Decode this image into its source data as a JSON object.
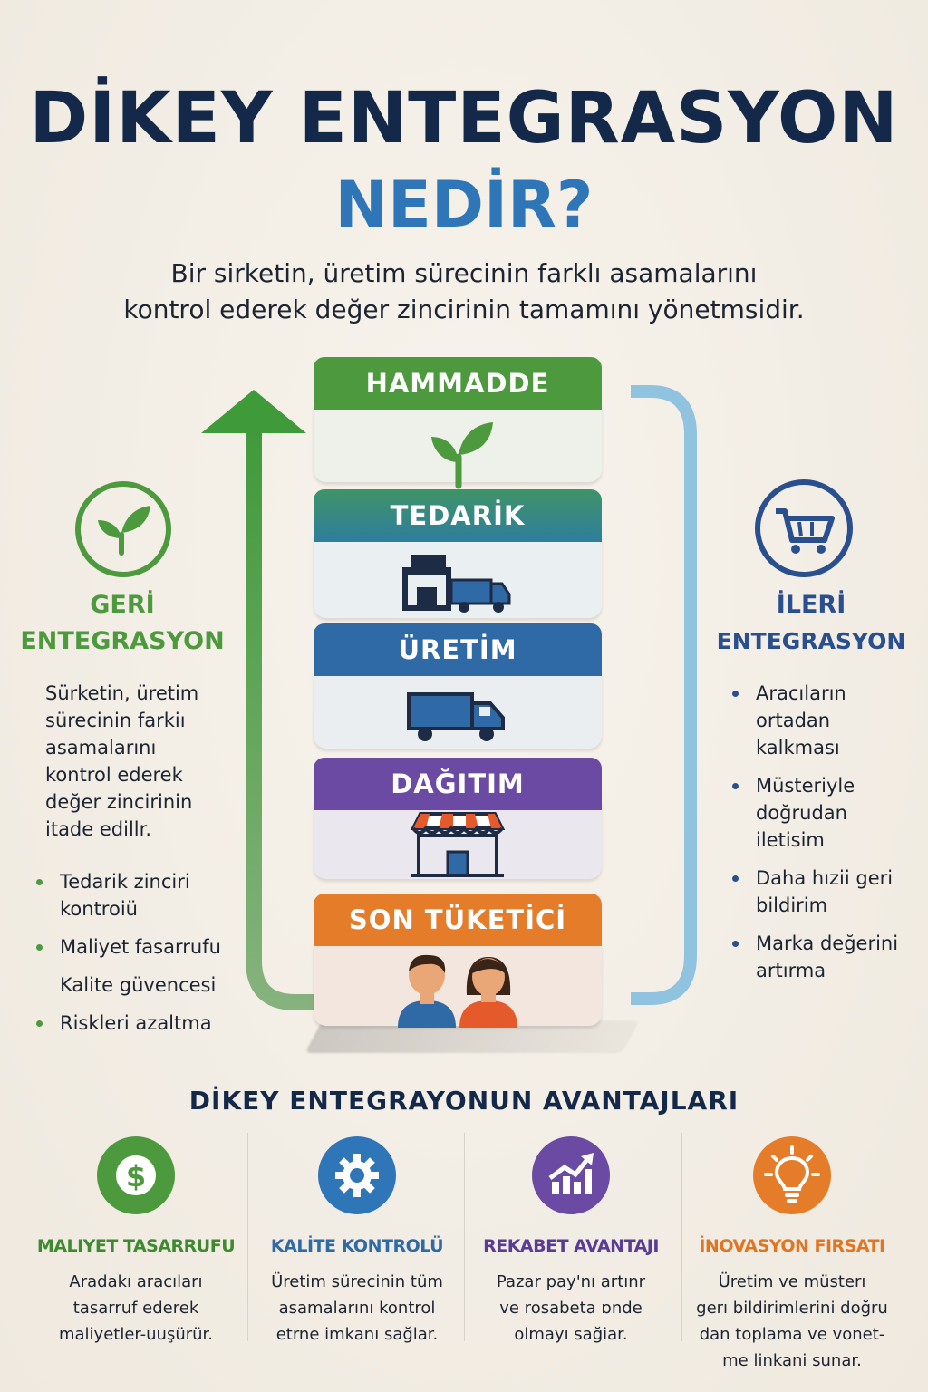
{
  "header": {
    "title_line1": "DİKEY ENTEGRASYON",
    "title_line2": "NEDİR?",
    "subtitle_line1": "Bir sirketin, üretim sürecinin farklı asamalarını",
    "subtitle_line2": "kontrol ederek değer zincirinin tamamını yönetmsidir."
  },
  "stages": [
    {
      "label": "HAMMADDE",
      "icon": "leaf-icon",
      "color": "#4d9a3e"
    },
    {
      "label": "TEDARİK",
      "icon": "factory-truck-icon",
      "color": "#2e7d9e"
    },
    {
      "label": "ÜRETİM",
      "icon": "truck-icon",
      "color": "#2f6aa6"
    },
    {
      "label": "DAĞITIM",
      "icon": "store-icon",
      "color": "#6a4aa3"
    },
    {
      "label": "SON TÜKETİCİ",
      "icon": "people-icon",
      "color": "#e57c2a"
    }
  ],
  "backward": {
    "icon": "leaf-icon",
    "heading_line1": "GERİ",
    "heading_line2": "ENTEGRASYON",
    "color": "#4d9a3e",
    "description": [
      "Sürketin, üretim",
      "sürecinin farkiı",
      "asamalarını",
      "kontrol ederek",
      "değer zincirinin",
      "itade edillr."
    ],
    "bullets": [
      {
        "text": "Tedarik zinciri kontroiü",
        "dot": true
      },
      {
        "text": "Maliyet fasarrufu",
        "dot": true
      },
      {
        "text": "Kalite güvencesi",
        "dot": false
      },
      {
        "text": "Riskleri azaltma",
        "dot": true
      }
    ]
  },
  "forward": {
    "icon": "cart-icon",
    "heading_line1": "İLERİ",
    "heading_line2": "ENTEGRASYON",
    "color": "#2a4f8f",
    "bullets": [
      {
        "text": "Aracıların ortadan kalkması"
      },
      {
        "text": "Müsteriyle doğrudan iletisim"
      },
      {
        "text": "Daha hızii geri bildirim"
      },
      {
        "text": "Marka değerini artırma"
      }
    ]
  },
  "advantages": {
    "title": "DİKEY ENTEGRAYONUN AVANTAJLARI",
    "items": [
      {
        "icon": "dollar-icon",
        "color": "#4d9a3e",
        "heading": "MALIYET TASARRUFU",
        "heading_color": "#3f8a30",
        "text": [
          "Aradakı aracıları",
          "tasarruf ederek",
          "maliyetler-uuşürür."
        ]
      },
      {
        "icon": "gear-icon",
        "color": "#2f76b8",
        "heading": "KALİTE KONTROLÜ",
        "heading_color": "#2f6aa6",
        "text": [
          "Üretim sürecinin tüm",
          "asamalarını kontrol",
          "etrne imkanı sağlar."
        ]
      },
      {
        "icon": "growth-chart-icon",
        "color": "#6a4aa3",
        "heading": "REKABET AVANTAJI",
        "heading_color": "#5a3c95",
        "text": [
          "Pazar pay'nı artınr",
          "ve rosabeta ɒnde",
          "olmayı sağiar."
        ]
      },
      {
        "icon": "lightbulb-icon",
        "color": "#e57c2a",
        "heading": "İNOVASYON FIRSATI",
        "heading_color": "#e07624",
        "text": [
          "Üretim ve müsterı",
          "gerı bildirimlerini doğru",
          "dan toplama ve vonet-",
          "me linkani sunar."
        ]
      }
    ]
  }
}
